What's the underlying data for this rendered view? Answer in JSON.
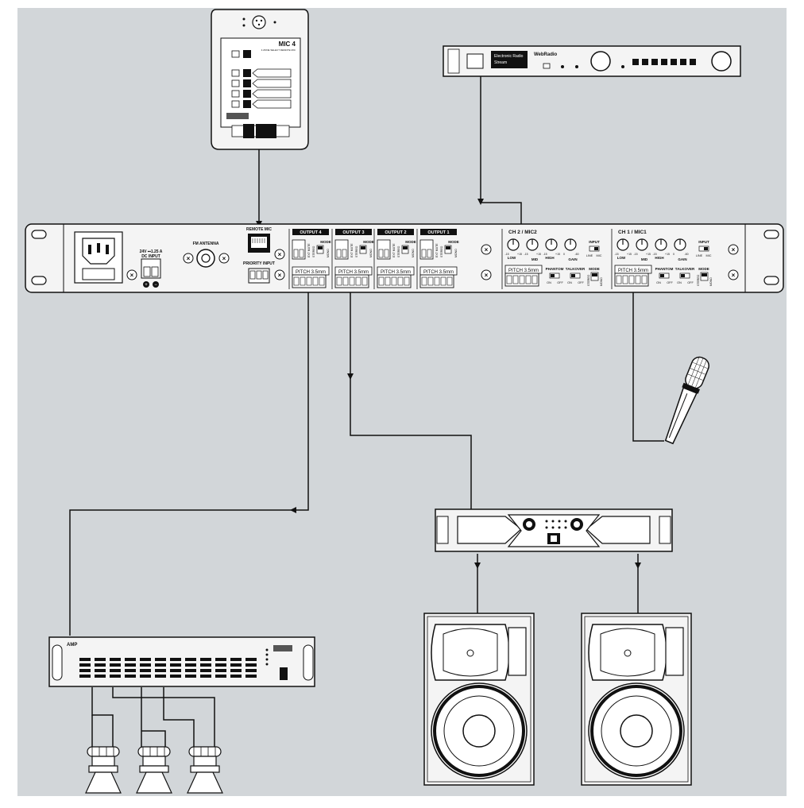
{
  "colors": {
    "background": "#d2d6d9",
    "device_fill": "#f2f2f2",
    "line": "#111111",
    "dark": "#1a1a1a"
  },
  "remote_mic": {
    "model": "MIC 4",
    "subtitle": "4 ZONE SELECT REMOTE MIC"
  },
  "tuner": {
    "brand": "WebRadio",
    "station_lines": [
      "Electronic Radio",
      "Stream"
    ]
  },
  "mixer": {
    "dc_input_line1": "24V ⎓1.25 A",
    "dc_input_line2": "DC INPUT",
    "fm_antenna": "FM ANTENNA",
    "remote_mic": "REMOTE MIC",
    "priority_input": "PRIORITY INPUT",
    "pitch": "PITCH 3.5mm",
    "mode": "MODE",
    "outputs": [
      "OUTPUT 4",
      "OUTPUT 3",
      "OUTPUT 2",
      "OUTPUT 1"
    ],
    "ext_mute": "EXT MUTE",
    "stereo": "STEREO",
    "mono": "MONO",
    "channels": [
      {
        "title": "CH 2 / MIC2",
        "knobs": [
          "LOW",
          "MID",
          "HIGH",
          "GAIN"
        ]
      },
      {
        "title": "CH 1 / MIC1",
        "knobs": [
          "LOW",
          "MID",
          "HIGH",
          "GAIN"
        ]
      }
    ],
    "input": "INPUT",
    "line": "LINE",
    "mic": "MIC",
    "phantom": "PHANTOM",
    "talkover": "TALKOVER",
    "on": "ON",
    "off": "OFF",
    "knob_min": "-15",
    "knob_max": "+15",
    "gain_min": "0",
    "gain_max": "-60"
  },
  "amp100": {
    "brand": "AMP"
  }
}
